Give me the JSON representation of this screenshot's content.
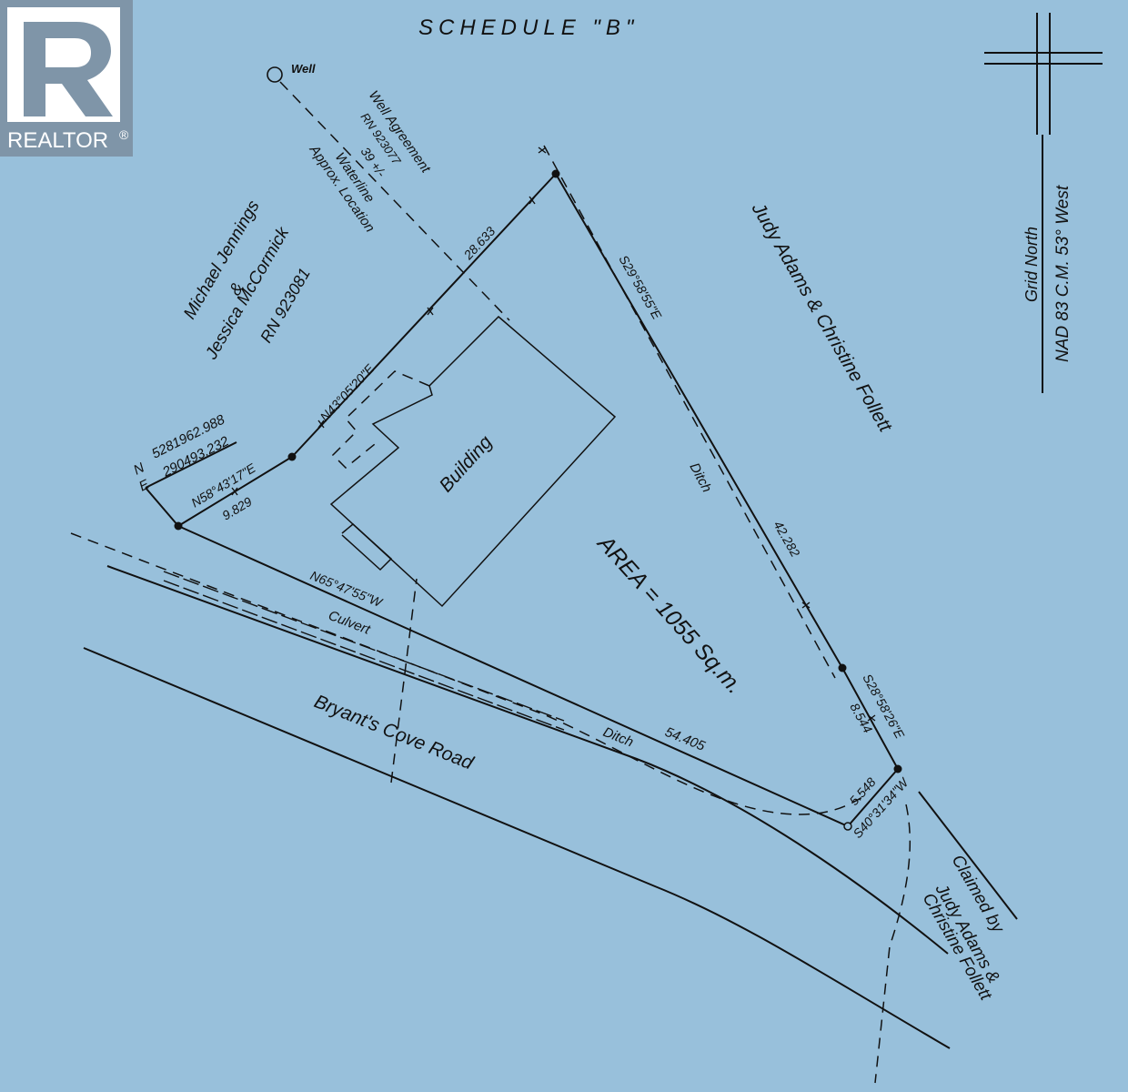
{
  "title": "SCHEDULE \"B\"",
  "logo": {
    "text": "REALTOR",
    "symbol": "®",
    "bg": "#7f95a8",
    "fg": "#ffffff"
  },
  "north_arrow": {
    "label1": "Grid North",
    "label2": "NAD 83 C.M. 53° West"
  },
  "colors": {
    "background": "#98c0db",
    "ink": "#111111"
  },
  "well": {
    "label": "Well"
  },
  "well_agreement": {
    "line1": "Well Agreement",
    "line2": "RN 923077"
  },
  "waterline": {
    "line1": "39 +/-",
    "line2": "Waterline",
    "line3": "Approx. Location"
  },
  "owners_west": {
    "line1": "Michael Jennings",
    "line2": "&",
    "line3": "Jessica McCormick",
    "line4": "RN 923081"
  },
  "owners_east": {
    "text": "Judy Adams & Christine Follett"
  },
  "coordinates": {
    "n_label": "N",
    "n_value": "5281962.988",
    "e_label": "E",
    "e_value": "290493.232"
  },
  "bearings": {
    "b1": "N58°43'17\"E",
    "d1": "9.829",
    "b2": "N43°05'20\"E",
    "d2": "28.633",
    "b3": "S29°58'55\"E",
    "d3": "42.282",
    "b4": "S28°58'26\"E",
    "d4": "8.544",
    "b5": "S40°31'34\"W",
    "d5": "5.548",
    "b6": "N65°47'55\"W",
    "d6": "54.405"
  },
  "building": {
    "label": "Building"
  },
  "area": {
    "label": "AREA = 1055 Sq.m."
  },
  "ditch_east": "Ditch",
  "ditch_south": "Ditch",
  "culvert": "Culvert",
  "road": "Bryant's Cove Road",
  "claimed": {
    "line1": "Claimed by",
    "line2": "Judy Adams &",
    "line3": "Christine Follett"
  }
}
